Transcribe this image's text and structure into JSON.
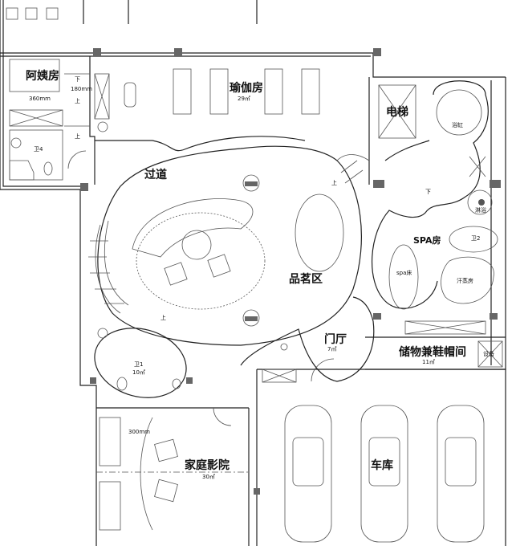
{
  "plan": {
    "rooms": {
      "nanny_room": "阿姨房",
      "yoga": "瑜伽房",
      "yoga_area": "29㎡",
      "elevator": "电梯",
      "bathtub": "浴缸",
      "corridor": "过道",
      "bath4": "卫4",
      "tea_area": "品茗区",
      "spa": "SPA房",
      "spa_bed": "spa床",
      "shower": "淋浴",
      "bath2": "卫2",
      "sauna": "汗蒸房",
      "bath1": "卫1",
      "bath1_area": "10㎡",
      "foyer": "门厅",
      "foyer_area": "7㎡",
      "storage": "储物兼鞋帽间",
      "storage_area": "11㎡",
      "equipment": "设备",
      "theater": "家庭影院",
      "theater_area": "30㎡",
      "garage": "车库"
    },
    "annotations": {
      "down1": "下",
      "up1": "上",
      "up2": "上",
      "dim_180": "180mm",
      "dim_360": "360mm",
      "dim_300": "300mm",
      "up_corridor": "上",
      "down_spa": "下",
      "up_stair": "上"
    }
  }
}
